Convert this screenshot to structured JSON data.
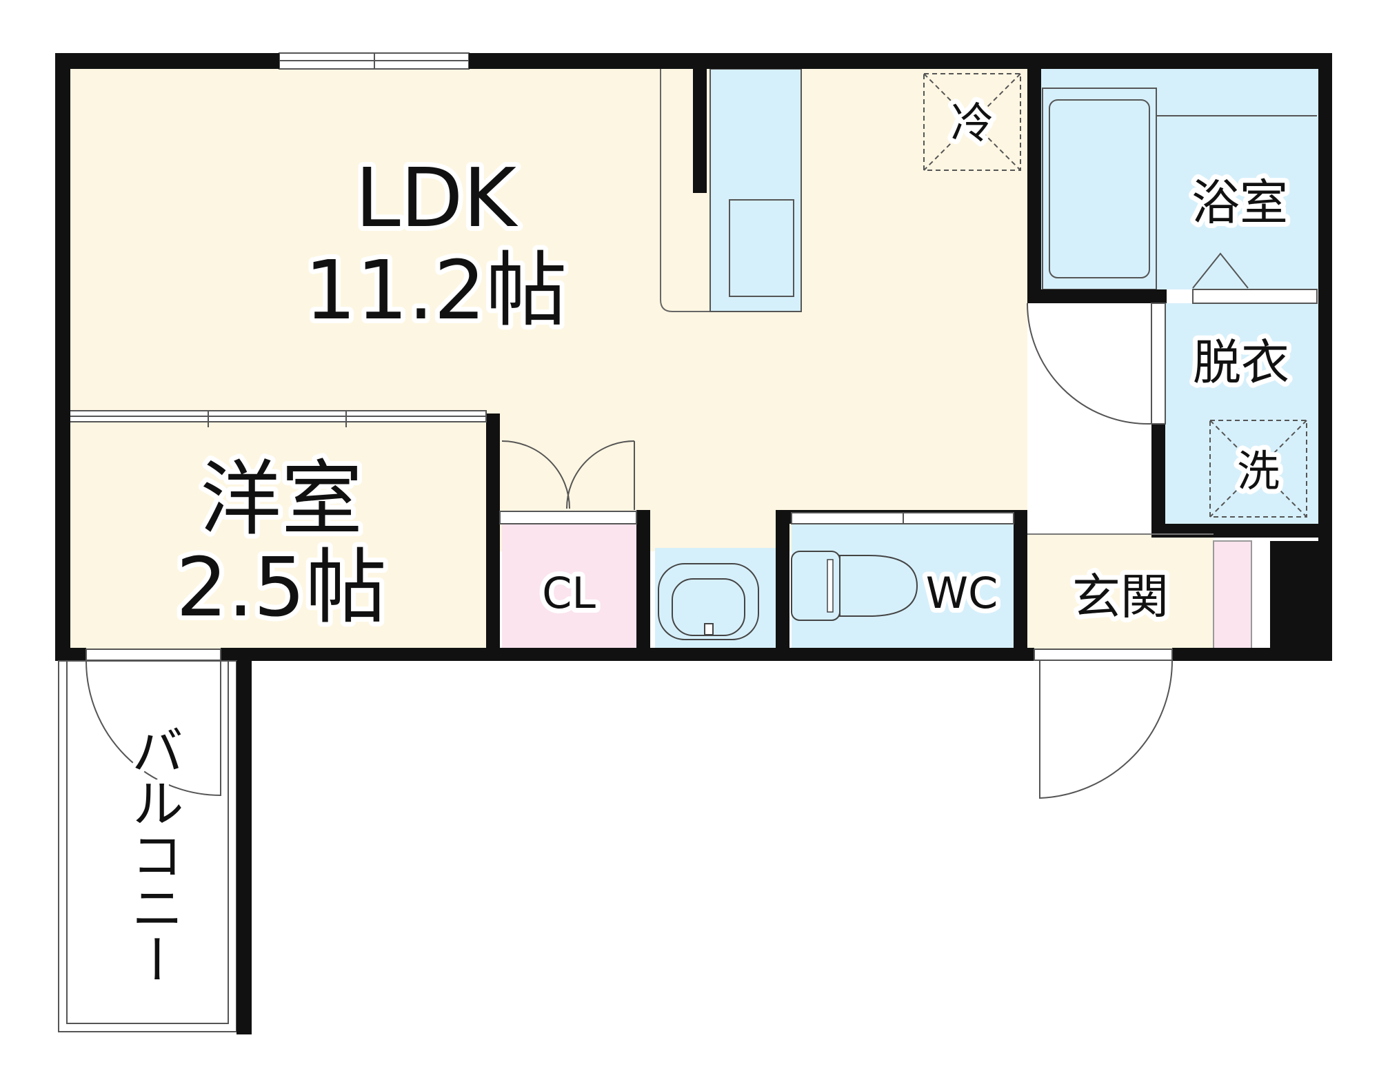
{
  "rooms": {
    "ldk": {
      "name": "LDK",
      "size": "11.2帖"
    },
    "western_room": {
      "name": "洋室",
      "size": "2.5帖"
    },
    "closet": "CL",
    "toilet": "WC",
    "entrance": "玄関",
    "bathroom": "浴室",
    "dressing_room": "脱衣",
    "balcony": "バルコニー"
  },
  "appliances": {
    "refrigerator": "冷",
    "washer": "洗"
  },
  "colors": {
    "wall": "#111111",
    "floor_beige": "#fdf6e2",
    "wet_area_blue": "#d6f0fb",
    "storage_pink": "#fbe4ee",
    "fixture_stroke": "#444444"
  }
}
